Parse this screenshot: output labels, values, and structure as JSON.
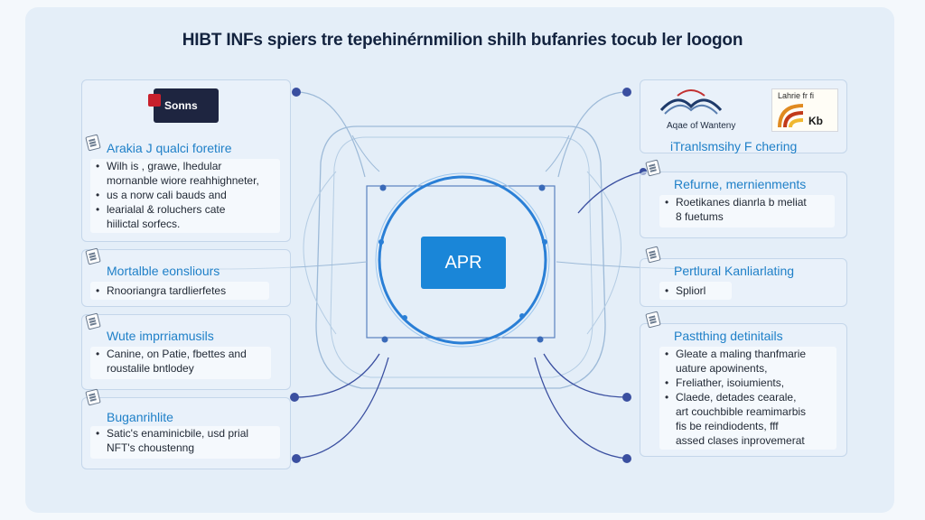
{
  "title": "HIBT INFs spiers tre tepehinérnmilion shilh bufanries tocub ler loogon",
  "center": {
    "label": "APR"
  },
  "logos": {
    "left": "Sonns",
    "center": "Aqae of Wanteny",
    "right": "Lahrie fr fi",
    "right_sub": "Kb"
  },
  "left_panels": [
    {
      "heading": "Arakia J qualci foretire",
      "lines": [
        "Wilh is , grawe, lhedular",
        "mornanble wiore reahhighneter,",
        "us a norw cali bauds and",
        "learialal & roluchers cate",
        "hiilictal sorfecs."
      ]
    },
    {
      "heading": "Mortalble eonsliours",
      "lines": [
        "Rnooriangra tardlierfetes"
      ]
    },
    {
      "heading": "Wute imprriamusils",
      "lines": [
        "Canine, on Patie, fbettes and",
        "roustalile bntlodey"
      ]
    },
    {
      "heading": "Buganrihlite",
      "lines": [
        "Satic's enaminicbile, usd prial",
        "NFT's choustenng"
      ]
    }
  ],
  "right_panels": [
    {
      "heading": "iTranlsmsihy F chering",
      "lines": []
    },
    {
      "heading": "Refurne, mernienments",
      "lines": [
        "Roetikanes dianrla b meliat",
        "8 fuetums"
      ]
    },
    {
      "heading": "Pertlural Kanliarlating",
      "lines": [
        "Spliorl"
      ]
    },
    {
      "heading": "Pastthing detinitails",
      "lines": [
        "Gleate a maling thanfmarie",
        "uature apowinents,",
        "Freliather, isoiumients,",
        "Claede, detades cearale,",
        "art couchbible reamimarbis",
        "fis be reindiodents, fff",
        "assed clases inprovemerat"
      ]
    }
  ],
  "colors": {
    "accent": "#1f80c8",
    "center_box": "#1a86d8",
    "connector": "#3a4fa0",
    "ring": "#2a7fd6"
  }
}
